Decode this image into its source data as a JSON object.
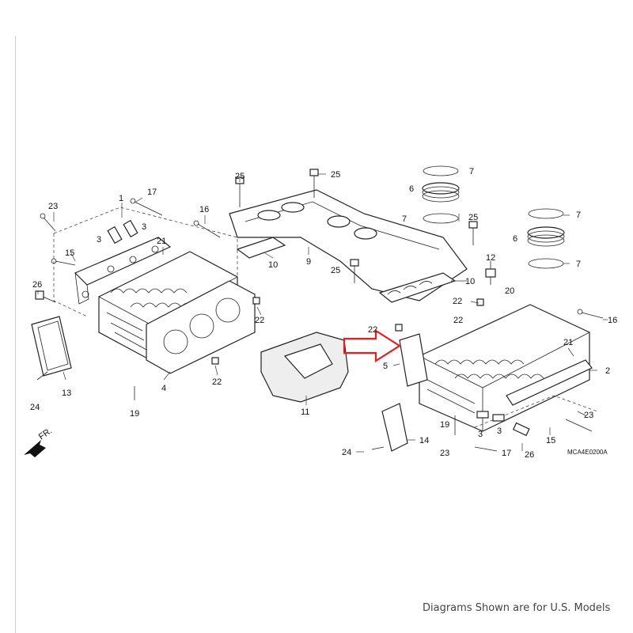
{
  "diagram": {
    "code": "MCA4E0200A",
    "front_marker": "FR.",
    "caption": "Diagrams Shown are for U.S. Models",
    "callouts": [
      {
        "id": "c23a",
        "label": "23"
      },
      {
        "id": "c1",
        "label": "1"
      },
      {
        "id": "c17a",
        "label": "17"
      },
      {
        "id": "c3a",
        "label": "3"
      },
      {
        "id": "c3b",
        "label": "3"
      },
      {
        "id": "c21a",
        "label": "21"
      },
      {
        "id": "c15a",
        "label": "15"
      },
      {
        "id": "c16a",
        "label": "16"
      },
      {
        "id": "c26a",
        "label": "26"
      },
      {
        "id": "c13",
        "label": "13"
      },
      {
        "id": "c24a",
        "label": "24"
      },
      {
        "id": "c4",
        "label": "4"
      },
      {
        "id": "c19a",
        "label": "19"
      },
      {
        "id": "c22a",
        "label": "22"
      },
      {
        "id": "c22b",
        "label": "22"
      },
      {
        "id": "c25a",
        "label": "25"
      },
      {
        "id": "c25b",
        "label": "25"
      },
      {
        "id": "c25c",
        "label": "25"
      },
      {
        "id": "c25d",
        "label": "25"
      },
      {
        "id": "c10a",
        "label": "10"
      },
      {
        "id": "c9",
        "label": "9"
      },
      {
        "id": "c10b",
        "label": "10"
      },
      {
        "id": "c7a",
        "label": "7"
      },
      {
        "id": "c6a",
        "label": "6"
      },
      {
        "id": "c7b",
        "label": "7"
      },
      {
        "id": "c7c",
        "label": "7"
      },
      {
        "id": "c6b",
        "label": "6"
      },
      {
        "id": "c7d",
        "label": "7"
      },
      {
        "id": "c12",
        "label": "12"
      },
      {
        "id": "c20",
        "label": "20"
      },
      {
        "id": "c22c",
        "label": "22"
      },
      {
        "id": "c22d",
        "label": "22"
      },
      {
        "id": "c22e",
        "label": "22"
      },
      {
        "id": "c16b",
        "label": "16"
      },
      {
        "id": "c21b",
        "label": "21"
      },
      {
        "id": "c2",
        "label": "2"
      },
      {
        "id": "c5",
        "label": "5"
      },
      {
        "id": "c11",
        "label": "11"
      },
      {
        "id": "c23b",
        "label": "23"
      },
      {
        "id": "c15b",
        "label": "15"
      },
      {
        "id": "c14",
        "label": "14"
      },
      {
        "id": "c24b",
        "label": "24"
      },
      {
        "id": "c19b",
        "label": "19"
      },
      {
        "id": "c3c",
        "label": "3"
      },
      {
        "id": "c3d",
        "label": "3"
      },
      {
        "id": "c23c",
        "label": "23"
      },
      {
        "id": "c17b",
        "label": "17"
      },
      {
        "id": "c26b",
        "label": "26"
      }
    ],
    "highlight_color": "#e02020"
  }
}
